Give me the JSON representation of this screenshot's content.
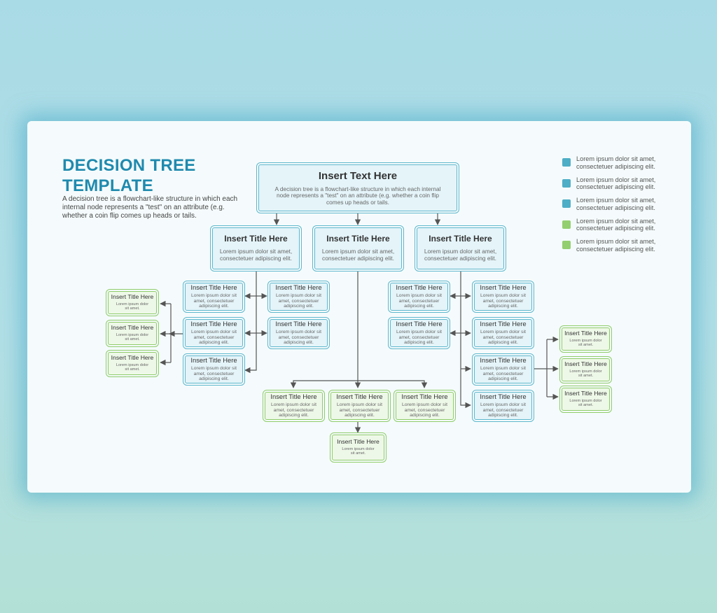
{
  "title": "DECISION TREE TEMPLATE",
  "intro": "A decision tree is a flowchart-like structure in which each internal node represents a \"test\" on an attribute (e.g. whether a coin flip comes up heads or tails.",
  "colors": {
    "teal": "#5fb7cd",
    "green": "#8fcc6a",
    "title": "#1f8aae",
    "connector": "#555555"
  },
  "legend": [
    {
      "text": "Lorem ipsum dolor sit amet, consectetuer adipiscing elit.",
      "color": "#4eaec6"
    },
    {
      "text": "Lorem ipsum dolor sit amet, consectetuer adipiscing elit.",
      "color": "#4eaec6"
    },
    {
      "text": "Lorem ipsum dolor sit amet, consectetuer adipiscing elit.",
      "color": "#4eaec6"
    },
    {
      "text": "Lorem ipsum dolor sit amet, consectetuer adipiscing elit.",
      "color": "#93cf6f"
    },
    {
      "text": "Lorem ipsum dolor sit amet, consectetuer adipiscing elit.",
      "color": "#93cf6f"
    }
  ],
  "root": {
    "title": "Insert Text Here",
    "body": "A decision tree is a flowchart-like structure in which each internal node represents a \"test\" on an attribute (e.g. whether a coin flip comes up heads or tails."
  },
  "mid_title": "Insert Title Here",
  "mid_body": "Lorem ipsum dolor sit amet, consectetuer adipiscing elit.",
  "small_title": "Insert Title Here",
  "small_body": "Lorem ipsum dolor sit amet, consectetuer adipiscing elit.",
  "tiny_title": "Insert Title Here",
  "tiny_body": "Lorem ipsum dolor sit amet."
}
